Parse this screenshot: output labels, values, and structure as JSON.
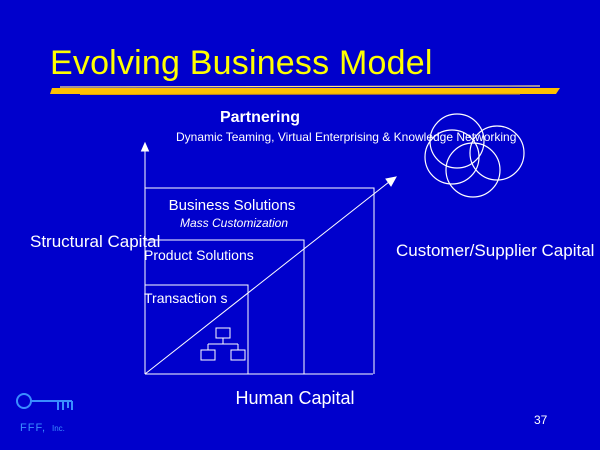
{
  "slide": {
    "title": "Evolving Business Model",
    "page_number": "37"
  },
  "diagram": {
    "partnering": {
      "title": "Partnering",
      "subtitle": "Dynamic Teaming, Virtual Enterprising & Knowledge Networking"
    },
    "business_solutions": {
      "label": "Business Solutions",
      "sublabel": "Mass Customization"
    },
    "product_solutions": "Product Solutions",
    "transactions": "Transaction s",
    "y_axis_label": "Structural Capital",
    "diagonal_label": "Customer/Supplier Capital",
    "x_axis_label": "Human Capital"
  },
  "logo": {
    "text": "FFF, Inc."
  },
  "colors": {
    "background": "#0000CC",
    "title": "#FFFF00",
    "text": "#FFFFFF",
    "underline": "#FFC000"
  }
}
